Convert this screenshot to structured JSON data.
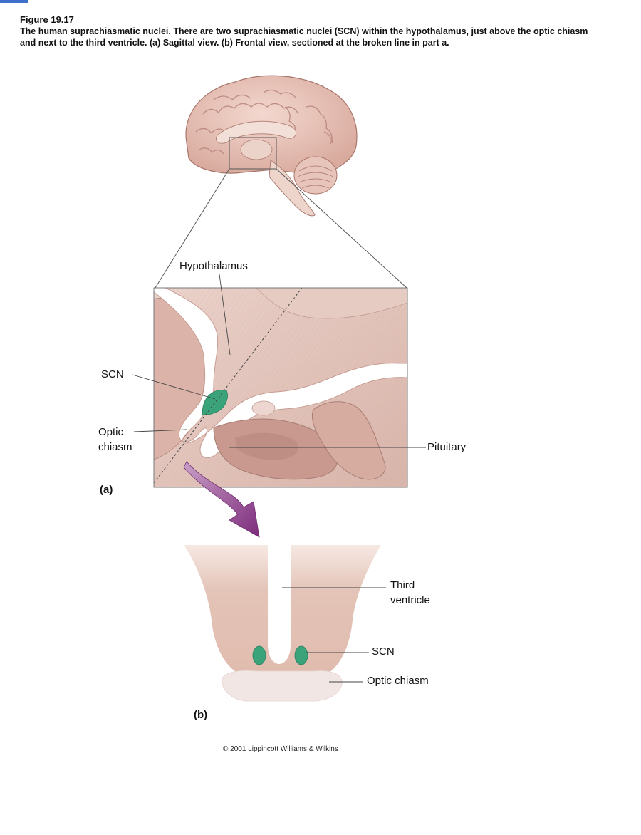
{
  "figure": {
    "title": "Figure 19.17",
    "caption": "The human suprachiasmatic nuclei. There are two suprachiasmatic nuclei (SCN) within the hypothalamus, just above the optic chiasm and next to the third ventricle. (a) Sagittal view. (b) Frontal view, sectioned at the broken line in part a."
  },
  "panel_a": {
    "letter": "(a)",
    "labels": {
      "hypothalamus": "Hypothalamus",
      "scn": "SCN",
      "optic_chiasm_line1": "Optic",
      "optic_chiasm_line2": "chiasm",
      "pituitary": "Pituitary"
    }
  },
  "panel_b": {
    "letter": "(b)",
    "labels": {
      "third_ventricle_line1": "Third",
      "third_ventricle_line2": "ventricle",
      "scn": "SCN",
      "optic_chiasm": "Optic chiasm"
    }
  },
  "copyright": "© 2001 Lippincott Williams & Wilkins",
  "colors": {
    "tissue": "#e2c2b8",
    "tissue_dark": "#b98b83",
    "ventricle": "#ffffff",
    "scn": "#3aa37a",
    "arrow": "#8e3a8c",
    "chiasm": "#f2e6e4"
  }
}
